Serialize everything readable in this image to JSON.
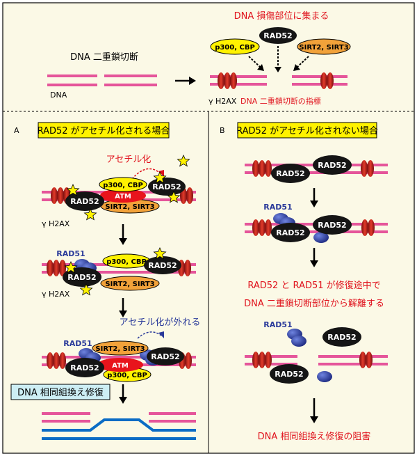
{
  "top": {
    "gather_caption": "DNA 損傷部位に集まる",
    "dsb_label": "DNA 二重鎖切断",
    "dna_label": "DNA",
    "h2ax_label": "γ H2AX",
    "marker_label": "DNA 二重鎖切断の指標",
    "factors": [
      "p300, CBP",
      "RAD52",
      "SIRT2, SIRT3"
    ]
  },
  "panel_a": {
    "letter": "A",
    "title": "RAD52 がアセチル化される場合",
    "acetylation_label": "アセチル化",
    "deacetylation_label": "アセチル化が外れる",
    "h2ax_label": "γ H2AX",
    "repair_label": "DNA 相同組換え修復",
    "proteins": {
      "rad52": "RAD52",
      "rad51": "RAD51",
      "p300": "p300, CBP",
      "atm": "ATM",
      "sirt": "SIRT2, SIRT3"
    }
  },
  "panel_b": {
    "letter": "B",
    "title": "RAD52 がアセチル化されない場合",
    "dissociation_line1": "RAD52 と RAD51 が修復途中で",
    "dissociation_line2": "DNA 二重鎖切断部位から解離する",
    "inhibition_label": "DNA 相同組換え修復の阻害",
    "proteins": {
      "rad52": "RAD52",
      "rad51": "RAD51"
    }
  },
  "colors": {
    "background": "#fbf9e6",
    "dna": "#e5559a",
    "histone": "#c62828",
    "title_box": "#fff200",
    "repair_box": "#cdeef4",
    "red_text": "#e0121c",
    "rad52": "#151515",
    "rad51": "#2a3a9a",
    "p300": "#fff200",
    "sirt": "#f2a23a",
    "atm": "#e8141c",
    "star": "#fff200",
    "repair_strand": "#0b6cc5"
  }
}
